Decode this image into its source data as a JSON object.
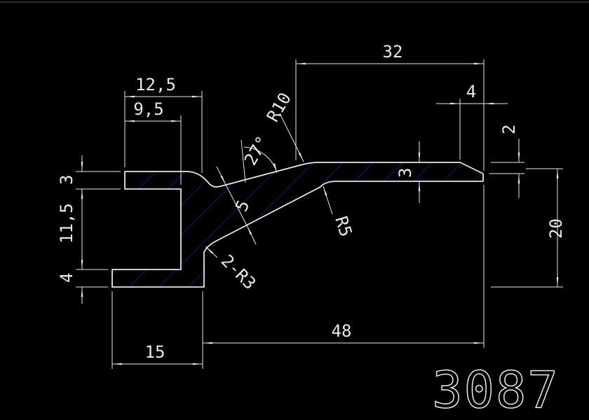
{
  "drawing": {
    "part_number": "3087",
    "colors": {
      "background": "#000000",
      "line": "#e8e8e8",
      "hatch": "#2323c8"
    },
    "dimensions": {
      "flange_width": "12,5",
      "notch_width": "9,5",
      "arm_top_length": "32",
      "chamfer_width": "4",
      "chamfer_height": "2",
      "flange_thickness": "3",
      "cavity_height": "11,5",
      "bottom_flange_thickness": "4",
      "bottom_flange_width": "15",
      "arm_bottom_length": "48",
      "right_height": "20",
      "arm_thickness": "3",
      "web_thickness": "5",
      "angle": "27°",
      "radius_top": "R10",
      "radius_inner": "R5",
      "radius_corner": "2-R3"
    }
  }
}
